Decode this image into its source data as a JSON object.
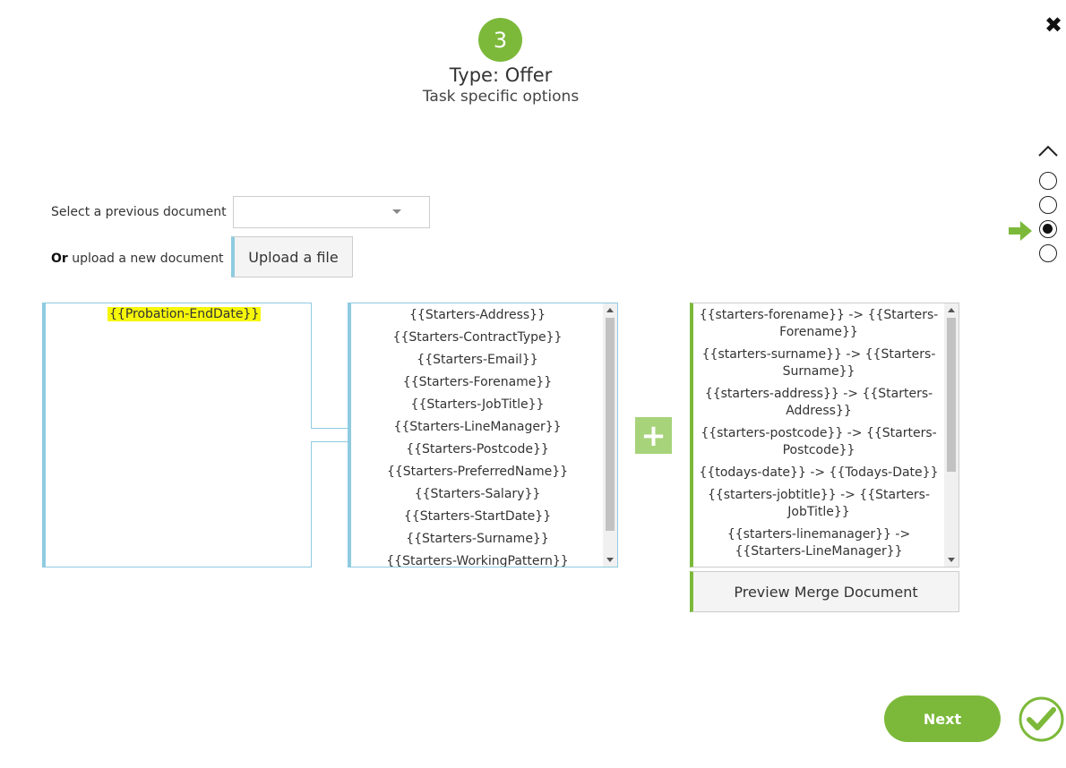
{
  "header": {
    "step_number": "3",
    "title": "Type: Offer",
    "subtitle": "Task specific options"
  },
  "form": {
    "previous_document_label": "Select a previous document",
    "previous_document_value": "",
    "upload_label_bold": "Or",
    "upload_label_rest": " upload a new document",
    "upload_button": "Upload a file"
  },
  "document_tags": [
    "{{Probation-EndDate}}"
  ],
  "available_fields": [
    "{{Starters-Address}}",
    "{{Starters-ContractType}}",
    "{{Starters-Email}}",
    "{{Starters-Forename}}",
    "{{Starters-JobTitle}}",
    "{{Starters-LineManager}}",
    "{{Starters-Postcode}}",
    "{{Starters-PreferredName}}",
    "{{Starters-Salary}}",
    "{{Starters-StartDate}}",
    "{{Starters-Surname}}",
    "{{Starters-WorkingPattern}}"
  ],
  "mappings": [
    "{{starters-forename}} -> {{Starters-Forename}}",
    "{{starters-surname}} -> {{Starters-Surname}}",
    "{{starters-address}} -> {{Starters-Address}}",
    "{{starters-postcode}} -> {{Starters-Postcode}}",
    "{{todays-date}} -> {{Todays-Date}}",
    "{{starters-jobtitle}} -> {{Starters-JobTitle}}",
    "{{starters-linemanager}} -> {{Starters-LineManager}}"
  ],
  "preview_button": "Preview Merge Document",
  "next_button": "Next",
  "step_nav": {
    "total_steps": 4,
    "active_step": 3
  },
  "icons": {
    "close": "close-icon",
    "nav_up": "chevron-up-icon",
    "current_step_pointer": "arrow-right-icon",
    "add": "plus-icon",
    "finish": "checkmark-circle-icon",
    "select_caret": "chevron-down-icon"
  },
  "colors": {
    "accent_green": "#7cb93a",
    "light_green": "#a7d37a",
    "panel_blue": "#8fcbe0",
    "highlight_yellow": "#f6f60a"
  }
}
